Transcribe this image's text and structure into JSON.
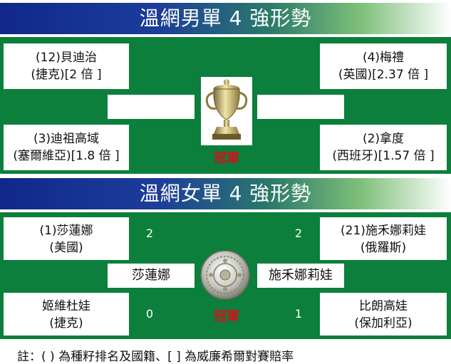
{
  "men": {
    "title": "溫網男單 4 強形勢",
    "players": [
      {
        "line1": "(12)貝迪治",
        "line2": "(捷克)[2 倍 ]"
      },
      {
        "line1": "(3)迪祖高域",
        "line2": "(塞爾維亞)[1.8 倍 ]"
      },
      {
        "line1": "(4)梅禮",
        "line2": "(英國)[2.37 倍 ]"
      },
      {
        "line1": "(2)拿度",
        "line2": "(西班牙)[1.57 倍 ]"
      }
    ],
    "finalists": [
      "",
      ""
    ],
    "scores": [
      "",
      "",
      "",
      ""
    ],
    "champion_label": "冠軍",
    "trophy_icon": "trophy-cup-icon"
  },
  "women": {
    "title": "溫網女單 4 強形勢",
    "players": [
      {
        "line1": "(1)莎蓮娜",
        "line2": "(美國)"
      },
      {
        "line1": "姬維杜娃",
        "line2": "(捷克)"
      },
      {
        "line1": "(21)施禾娜莉娃",
        "line2": "(俄羅斯)"
      },
      {
        "line1": "比朗高娃",
        "line2": "(保加利亞)"
      }
    ],
    "finalists": [
      "莎蓮娜",
      "施禾娜莉娃"
    ],
    "scores": [
      "2",
      "0",
      "2",
      "1"
    ],
    "champion_label": "冠軍",
    "trophy_icon": "rosewater-dish-icon"
  },
  "note": "註：( ) 為種籽排名及國籍、[ ] 為威廉希爾對賽賠率",
  "colors": {
    "green": "#0b7f3b",
    "navy": "#10288a",
    "champion_red": "#d0141c"
  }
}
